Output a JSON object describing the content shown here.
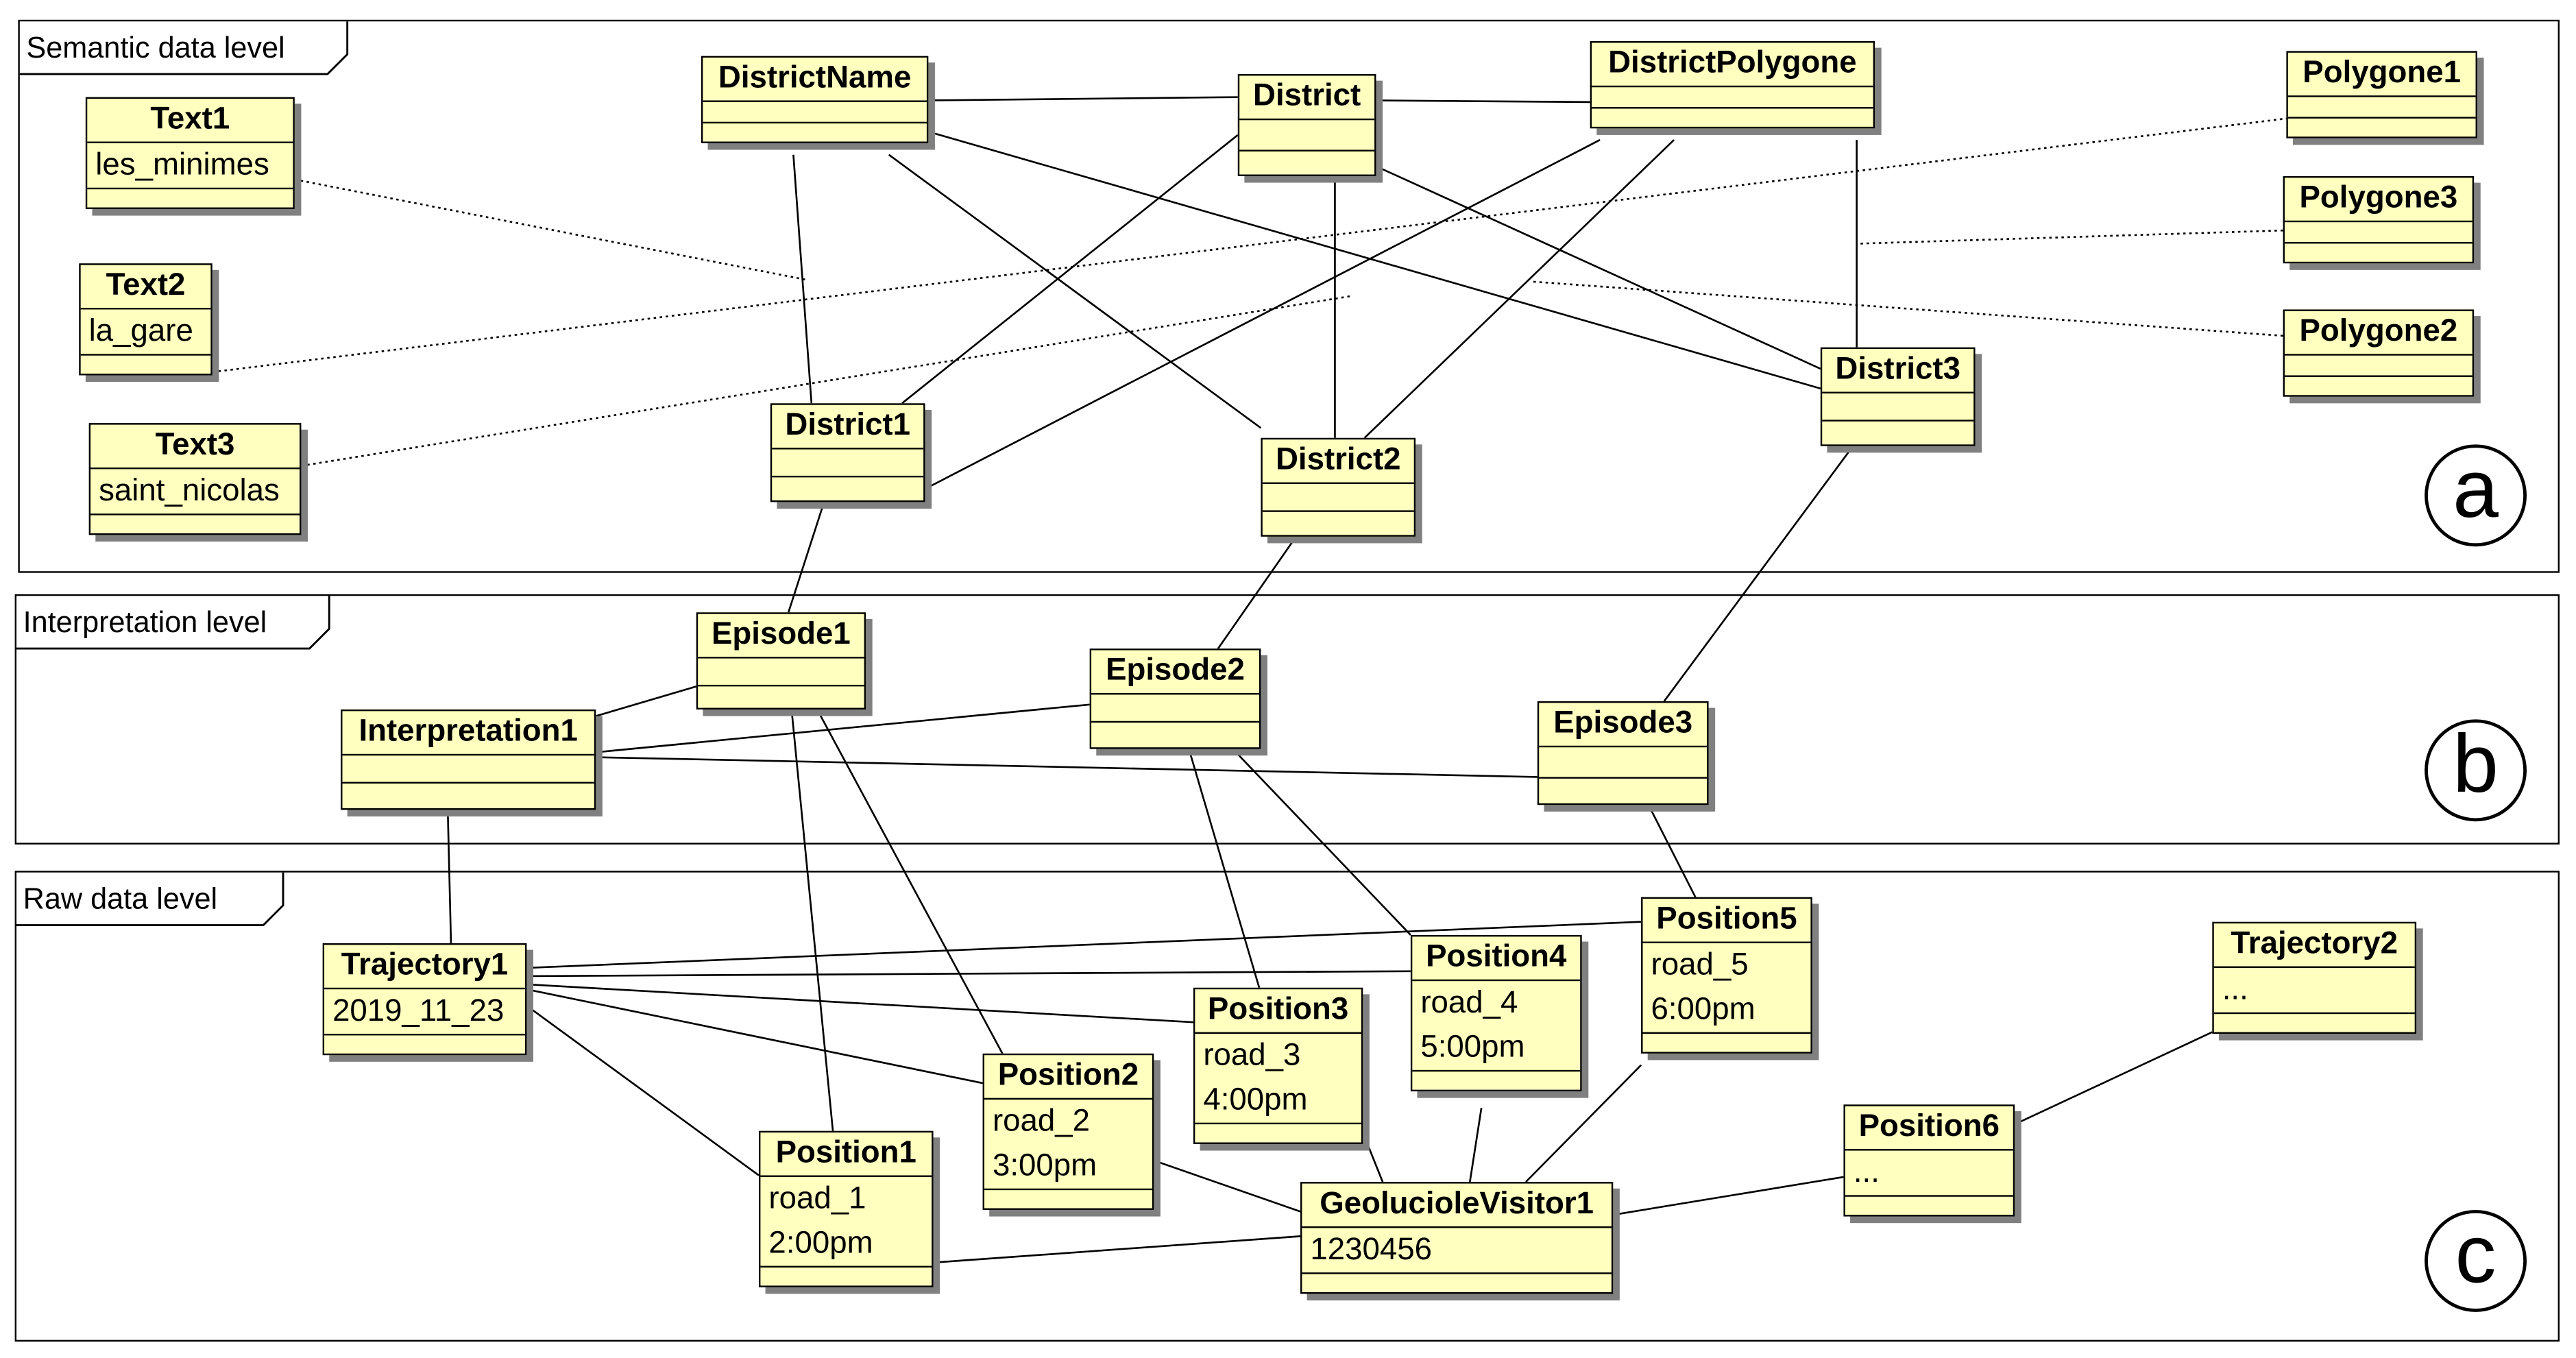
{
  "levels": [
    {
      "label": "Semantic data level",
      "marker": "a"
    },
    {
      "label": "Interpretation level",
      "marker": "b"
    },
    {
      "label": "Raw data level",
      "marker": "c"
    }
  ],
  "nodes": {
    "text1": {
      "name": "Text1",
      "attrs": [
        "les_minimes"
      ]
    },
    "text2": {
      "name": "Text2",
      "attrs": [
        "la_gare"
      ]
    },
    "text3": {
      "name": "Text3",
      "attrs": [
        "saint_nicolas"
      ]
    },
    "districtname": {
      "name": "DistrictName",
      "attrs": []
    },
    "district": {
      "name": "District",
      "attrs": []
    },
    "districtpolygone": {
      "name": "DistrictPolygone",
      "attrs": []
    },
    "polygone1": {
      "name": "Polygone1",
      "attrs": []
    },
    "polygone3": {
      "name": "Polygone3",
      "attrs": []
    },
    "polygone2": {
      "name": "Polygone2",
      "attrs": []
    },
    "district1": {
      "name": "District1",
      "attrs": []
    },
    "district2": {
      "name": "District2",
      "attrs": []
    },
    "district3": {
      "name": "District3",
      "attrs": []
    },
    "episode1": {
      "name": "Episode1",
      "attrs": []
    },
    "episode2": {
      "name": "Episode2",
      "attrs": []
    },
    "episode3": {
      "name": "Episode3",
      "attrs": []
    },
    "interpretation1": {
      "name": "Interpretation1",
      "attrs": []
    },
    "trajectory1": {
      "name": "Trajectory1",
      "attrs": [
        "2019_11_23"
      ]
    },
    "trajectory2": {
      "name": "Trajectory2",
      "attrs": [
        "..."
      ]
    },
    "position1": {
      "name": "Position1",
      "attrs": [
        "road_1",
        "2:00pm"
      ]
    },
    "position2": {
      "name": "Position2",
      "attrs": [
        "road_2",
        "3:00pm"
      ]
    },
    "position3": {
      "name": "Position3",
      "attrs": [
        "road_3",
        "4:00pm"
      ]
    },
    "position4": {
      "name": "Position4",
      "attrs": [
        "road_4",
        "5:00pm"
      ]
    },
    "position5": {
      "name": "Position5",
      "attrs": [
        "road_5",
        "6:00pm"
      ]
    },
    "position6": {
      "name": "Position6",
      "attrs": [
        "..."
      ]
    },
    "visitor1": {
      "name": "GeoluciolеVisitor1",
      "attrs": [
        "1230456"
      ]
    }
  },
  "links": [
    {
      "from": "districtname",
      "to": "district",
      "style": "solid"
    },
    {
      "from": "district",
      "to": "districtpolygone",
      "style": "solid"
    },
    {
      "from": "districtname",
      "to": "district1",
      "style": "solid"
    },
    {
      "from": "districtname",
      "to": "district2",
      "style": "solid"
    },
    {
      "from": "districtname",
      "to": "district3",
      "style": "solid"
    },
    {
      "from": "district",
      "to": "district1",
      "style": "solid"
    },
    {
      "from": "district",
      "to": "district2",
      "style": "solid"
    },
    {
      "from": "district",
      "to": "district3",
      "style": "solid"
    },
    {
      "from": "districtpolygone",
      "to": "district1",
      "style": "solid"
    },
    {
      "from": "districtpolygone",
      "to": "district2",
      "style": "solid"
    },
    {
      "from": "districtpolygone",
      "to": "district3",
      "style": "solid"
    },
    {
      "from": "text1",
      "to": "district1",
      "style": "dotted"
    },
    {
      "from": "text2",
      "to": "polygone1",
      "style": "dotted"
    },
    {
      "from": "text3",
      "to": "districtpolygone",
      "style": "dotted"
    },
    {
      "from": "polygone3",
      "to": "districtpolygone",
      "style": "dotted"
    },
    {
      "from": "polygone2",
      "to": "district",
      "style": "dotted"
    },
    {
      "from": "district1",
      "to": "episode1",
      "style": "solid"
    },
    {
      "from": "district2",
      "to": "episode2",
      "style": "solid"
    },
    {
      "from": "district3",
      "to": "episode3",
      "style": "solid"
    },
    {
      "from": "interpretation1",
      "to": "episode1",
      "style": "solid"
    },
    {
      "from": "interpretation1",
      "to": "episode2",
      "style": "solid"
    },
    {
      "from": "interpretation1",
      "to": "episode3",
      "style": "solid"
    },
    {
      "from": "interpretation1",
      "to": "trajectory1",
      "style": "solid"
    },
    {
      "from": "episode1",
      "to": "position1",
      "style": "solid"
    },
    {
      "from": "episode1",
      "to": "position2",
      "style": "solid"
    },
    {
      "from": "episode2",
      "to": "position3",
      "style": "solid"
    },
    {
      "from": "episode2",
      "to": "position4",
      "style": "solid"
    },
    {
      "from": "episode3",
      "to": "position5",
      "style": "solid"
    },
    {
      "from": "trajectory1",
      "to": "position1",
      "style": "solid"
    },
    {
      "from": "trajectory1",
      "to": "position2",
      "style": "solid"
    },
    {
      "from": "trajectory1",
      "to": "position3",
      "style": "solid"
    },
    {
      "from": "trajectory1",
      "to": "position4",
      "style": "solid"
    },
    {
      "from": "trajectory1",
      "to": "position5",
      "style": "solid"
    },
    {
      "from": "position1",
      "to": "visitor1",
      "style": "solid"
    },
    {
      "from": "position2",
      "to": "visitor1",
      "style": "solid"
    },
    {
      "from": "position3",
      "to": "visitor1",
      "style": "solid"
    },
    {
      "from": "position4",
      "to": "visitor1",
      "style": "solid"
    },
    {
      "from": "position5",
      "to": "visitor1",
      "style": "solid"
    },
    {
      "from": "position6",
      "to": "visitor1",
      "style": "solid"
    },
    {
      "from": "position6",
      "to": "trajectory2",
      "style": "solid"
    }
  ]
}
